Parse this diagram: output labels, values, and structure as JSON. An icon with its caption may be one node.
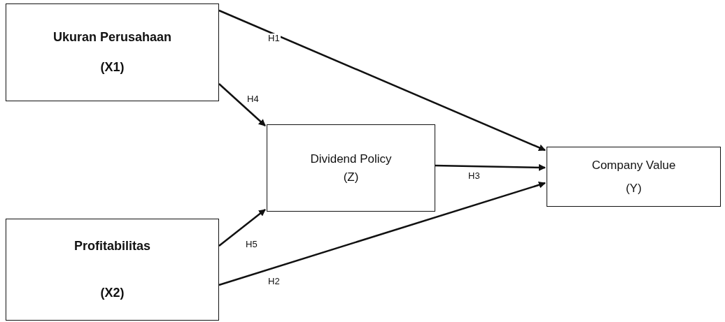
{
  "diagram": {
    "nodes": [
      {
        "text": [
          "Ukuran Perusahaan",
          "(X1)"
        ]
      },
      {
        "text": [
          "Dividend Policy (Z)"
        ]
      },
      {
        "text": [
          "Company Value",
          "(Y)"
        ]
      },
      {
        "text": [
          "Profitabilitas",
          "(X2)"
        ]
      }
    ],
    "edges": [
      {
        "from": 0,
        "to": 2,
        "arrow": "to",
        "label": "H1"
      },
      {
        "from": 0,
        "to": 1,
        "arrow": "to",
        "label": "H4"
      },
      {
        "from": 1,
        "to": 2,
        "arrow": "to",
        "label": "H3"
      },
      {
        "from": 3,
        "to": 1,
        "arrow": "to",
        "label": "H5"
      },
      {
        "from": 3,
        "to": 2,
        "arrow": "to",
        "label": "H2"
      }
    ]
  }
}
